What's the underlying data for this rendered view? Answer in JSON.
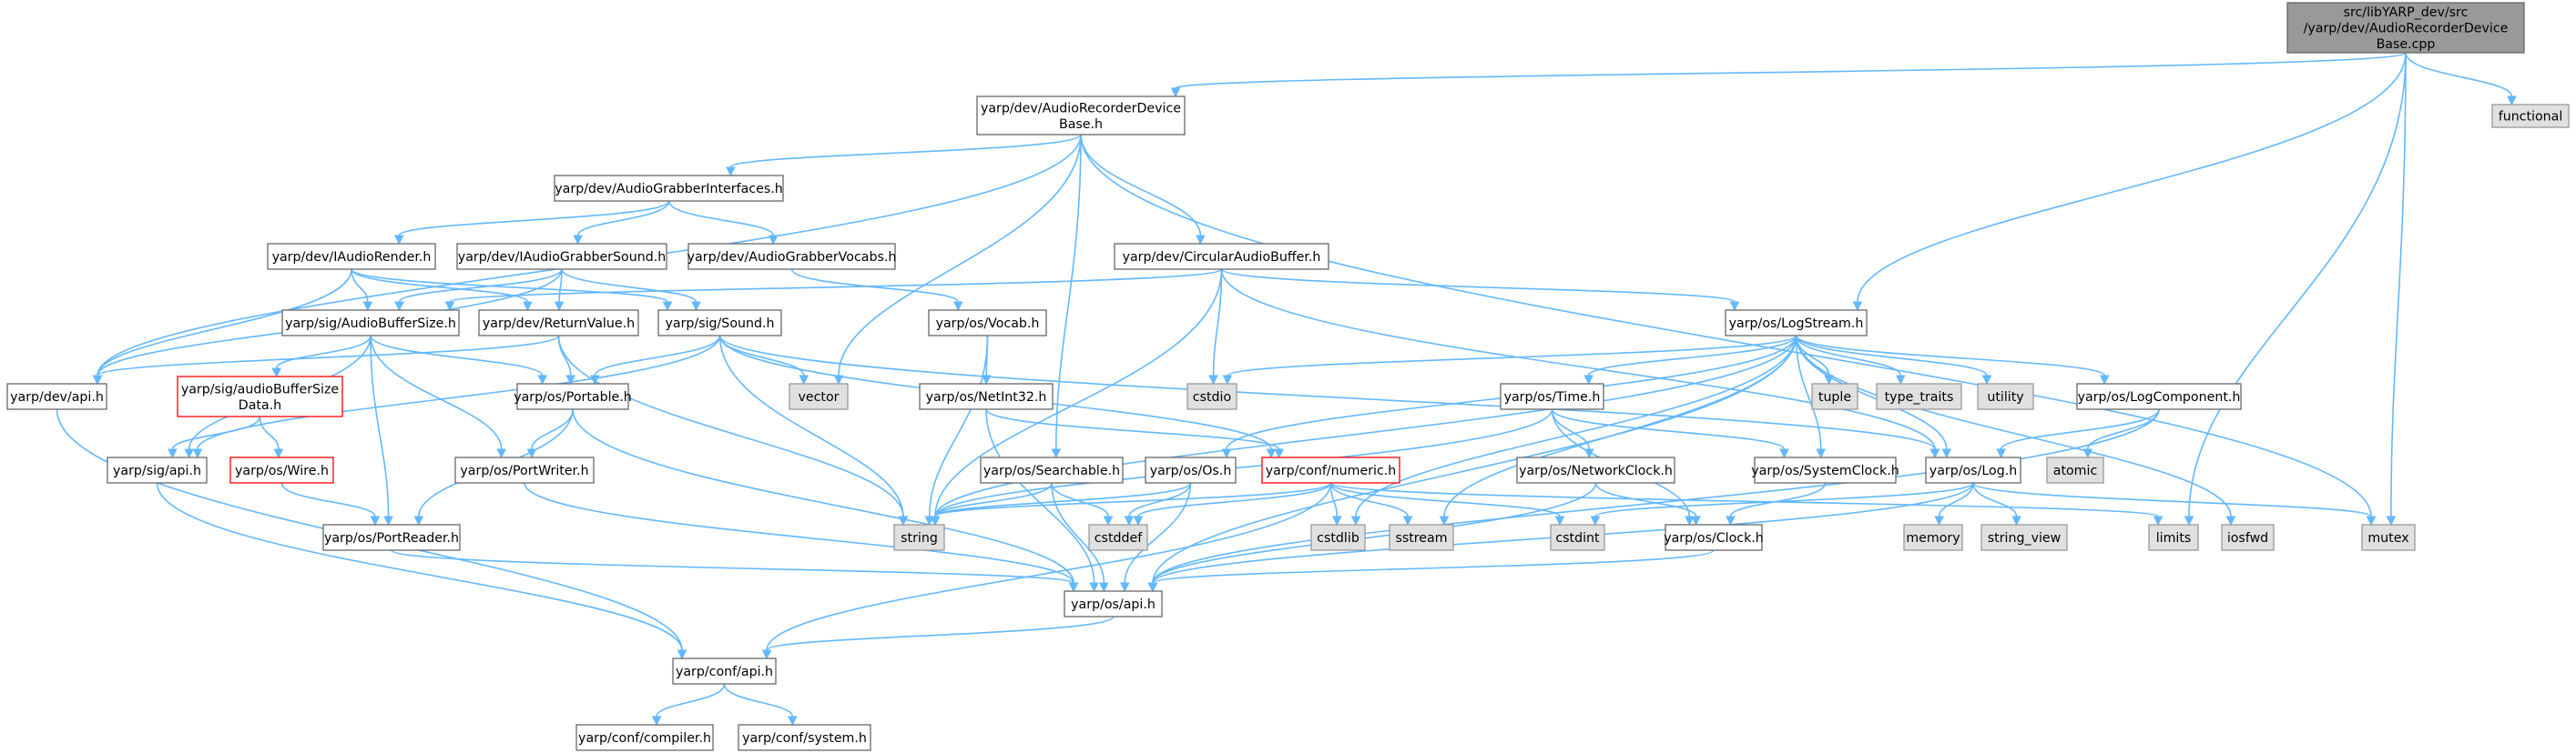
{
  "colors": {
    "edge": "#63b8ff",
    "root_fill": "#999999",
    "root_border": "#666666",
    "header_fill": "#ffffff",
    "header_border": "#666666",
    "system_fill": "#e0e0e0",
    "system_border": "#999999",
    "truncated_border": "#ff0000"
  },
  "nodes": [
    {
      "id": "root",
      "kind": "root",
      "lines": [
        "src/libYARP_dev/src",
        "/yarp/dev/AudioRecorderDevice",
        "Base.cpp"
      ]
    },
    {
      "id": "functional",
      "kind": "system",
      "lines": [
        "functional"
      ]
    },
    {
      "id": "audio_recorder_base_h",
      "kind": "header",
      "lines": [
        "yarp/dev/AudioRecorderDevice",
        "Base.h"
      ]
    },
    {
      "id": "audio_grabber_interfaces_h",
      "kind": "header",
      "lines": [
        "yarp/dev/AudioGrabberInterfaces.h"
      ]
    },
    {
      "id": "iaudio_render_h",
      "kind": "header",
      "lines": [
        "yarp/dev/IAudioRender.h"
      ]
    },
    {
      "id": "iaudio_grabber_sound_h",
      "kind": "header",
      "lines": [
        "yarp/dev/IAudioGrabberSound.h"
      ]
    },
    {
      "id": "audio_grabber_vocabs_h",
      "kind": "header",
      "lines": [
        "yarp/dev/AudioGrabberVocabs.h"
      ]
    },
    {
      "id": "circular_audio_buffer_h",
      "kind": "header",
      "lines": [
        "yarp/dev/CircularAudioBuffer.h"
      ]
    },
    {
      "id": "sig_audio_buffer_size_h",
      "kind": "header",
      "lines": [
        "yarp/sig/AudioBufferSize.h"
      ]
    },
    {
      "id": "return_value_h",
      "kind": "header",
      "lines": [
        "yarp/dev/ReturnValue.h"
      ]
    },
    {
      "id": "sig_sound_h",
      "kind": "header",
      "lines": [
        "yarp/sig/Sound.h"
      ]
    },
    {
      "id": "os_vocab_h",
      "kind": "header",
      "lines": [
        "yarp/os/Vocab.h"
      ]
    },
    {
      "id": "log_stream_h",
      "kind": "header",
      "lines": [
        "yarp/os/LogStream.h"
      ]
    },
    {
      "id": "dev_api_h",
      "kind": "header",
      "lines": [
        "yarp/dev/api.h"
      ]
    },
    {
      "id": "audio_buffer_size_data_h",
      "kind": "truncated",
      "lines": [
        "yarp/sig/audioBufferSize",
        "Data.h"
      ]
    },
    {
      "id": "os_portable_h",
      "kind": "header",
      "lines": [
        "yarp/os/Portable.h"
      ]
    },
    {
      "id": "vector",
      "kind": "system",
      "lines": [
        "vector"
      ]
    },
    {
      "id": "cstdio",
      "kind": "system",
      "lines": [
        "cstdio"
      ]
    },
    {
      "id": "os_netint32_h",
      "kind": "header",
      "lines": [
        "yarp/os/NetInt32.h"
      ]
    },
    {
      "id": "os_time_h",
      "kind": "header",
      "lines": [
        "yarp/os/Time.h"
      ]
    },
    {
      "id": "tuple",
      "kind": "system",
      "lines": [
        "tuple"
      ]
    },
    {
      "id": "type_traits",
      "kind": "system",
      "lines": [
        "type_traits"
      ]
    },
    {
      "id": "utility",
      "kind": "system",
      "lines": [
        "utility"
      ]
    },
    {
      "id": "os_log_component_h",
      "kind": "header",
      "lines": [
        "yarp/os/LogComponent.h"
      ]
    },
    {
      "id": "sig_api_h",
      "kind": "header",
      "lines": [
        "yarp/sig/api.h"
      ]
    },
    {
      "id": "os_wire_h",
      "kind": "truncated",
      "lines": [
        "yarp/os/Wire.h"
      ]
    },
    {
      "id": "os_port_writer_h",
      "kind": "header",
      "lines": [
        "yarp/os/PortWriter.h"
      ]
    },
    {
      "id": "os_searchable_h",
      "kind": "header",
      "lines": [
        "yarp/os/Searchable.h"
      ]
    },
    {
      "id": "os_os_h",
      "kind": "header",
      "lines": [
        "yarp/os/Os.h"
      ]
    },
    {
      "id": "conf_numeric_h",
      "kind": "truncated",
      "lines": [
        "yarp/conf/numeric.h"
      ]
    },
    {
      "id": "os_network_clock_h",
      "kind": "header",
      "lines": [
        "yarp/os/NetworkClock.h"
      ]
    },
    {
      "id": "os_system_clock_h",
      "kind": "header",
      "lines": [
        "yarp/os/SystemClock.h"
      ]
    },
    {
      "id": "os_log_h",
      "kind": "header",
      "lines": [
        "yarp/os/Log.h"
      ]
    },
    {
      "id": "atomic",
      "kind": "system",
      "lines": [
        "atomic"
      ]
    },
    {
      "id": "os_port_reader_h",
      "kind": "header",
      "lines": [
        "yarp/os/PortReader.h"
      ]
    },
    {
      "id": "string",
      "kind": "system",
      "lines": [
        "string"
      ]
    },
    {
      "id": "cstddef",
      "kind": "system",
      "lines": [
        "cstddef"
      ]
    },
    {
      "id": "cstdlib",
      "kind": "system",
      "lines": [
        "cstdlib"
      ]
    },
    {
      "id": "sstream",
      "kind": "system",
      "lines": [
        "sstream"
      ]
    },
    {
      "id": "cstdint",
      "kind": "system",
      "lines": [
        "cstdint"
      ]
    },
    {
      "id": "os_clock_h",
      "kind": "header",
      "lines": [
        "yarp/os/Clock.h"
      ]
    },
    {
      "id": "memory",
      "kind": "system",
      "lines": [
        "memory"
      ]
    },
    {
      "id": "string_view",
      "kind": "system",
      "lines": [
        "string_view"
      ]
    },
    {
      "id": "limits",
      "kind": "system",
      "lines": [
        "limits"
      ]
    },
    {
      "id": "iosfwd",
      "kind": "system",
      "lines": [
        "iosfwd"
      ]
    },
    {
      "id": "mutex",
      "kind": "system",
      "lines": [
        "mutex"
      ]
    },
    {
      "id": "os_api_h",
      "kind": "header",
      "lines": [
        "yarp/os/api.h"
      ]
    },
    {
      "id": "conf_api_h",
      "kind": "header",
      "lines": [
        "yarp/conf/api.h"
      ]
    },
    {
      "id": "conf_compiler_h",
      "kind": "header",
      "lines": [
        "yarp/conf/compiler.h"
      ]
    },
    {
      "id": "conf_system_h",
      "kind": "header",
      "lines": [
        "yarp/conf/system.h"
      ]
    }
  ],
  "edges": [
    [
      "root",
      "functional"
    ],
    [
      "root",
      "audio_recorder_base_h"
    ],
    [
      "root",
      "log_stream_h"
    ],
    [
      "root",
      "limits"
    ],
    [
      "root",
      "mutex"
    ],
    [
      "audio_recorder_base_h",
      "audio_grabber_interfaces_h"
    ],
    [
      "audio_recorder_base_h",
      "circular_audio_buffer_h"
    ],
    [
      "audio_recorder_base_h",
      "dev_api_h"
    ],
    [
      "audio_recorder_base_h",
      "vector"
    ],
    [
      "audio_recorder_base_h",
      "os_searchable_h"
    ],
    [
      "audio_recorder_base_h",
      "mutex"
    ],
    [
      "audio_grabber_interfaces_h",
      "iaudio_render_h"
    ],
    [
      "audio_grabber_interfaces_h",
      "iaudio_grabber_sound_h"
    ],
    [
      "audio_grabber_interfaces_h",
      "audio_grabber_vocabs_h"
    ],
    [
      "iaudio_render_h",
      "sig_audio_buffer_size_h"
    ],
    [
      "iaudio_render_h",
      "return_value_h"
    ],
    [
      "iaudio_render_h",
      "sig_sound_h"
    ],
    [
      "iaudio_render_h",
      "dev_api_h"
    ],
    [
      "iaudio_grabber_sound_h",
      "sig_audio_buffer_size_h"
    ],
    [
      "iaudio_grabber_sound_h",
      "return_value_h"
    ],
    [
      "iaudio_grabber_sound_h",
      "sig_sound_h"
    ],
    [
      "iaudio_grabber_sound_h",
      "dev_api_h"
    ],
    [
      "audio_grabber_vocabs_h",
      "os_vocab_h"
    ],
    [
      "circular_audio_buffer_h",
      "sig_audio_buffer_size_h"
    ],
    [
      "circular_audio_buffer_h",
      "log_stream_h"
    ],
    [
      "circular_audio_buffer_h",
      "cstdio"
    ],
    [
      "circular_audio_buffer_h",
      "string"
    ],
    [
      "circular_audio_buffer_h",
      "os_log_h"
    ],
    [
      "sig_audio_buffer_size_h",
      "audio_buffer_size_data_h"
    ],
    [
      "sig_audio_buffer_size_h",
      "sig_api_h"
    ],
    [
      "sig_audio_buffer_size_h",
      "os_portable_h"
    ],
    [
      "sig_audio_buffer_size_h",
      "os_port_writer_h"
    ],
    [
      "sig_audio_buffer_size_h",
      "os_port_reader_h"
    ],
    [
      "return_value_h",
      "dev_api_h"
    ],
    [
      "return_value_h",
      "os_portable_h"
    ],
    [
      "return_value_h",
      "string"
    ],
    [
      "sig_sound_h",
      "os_portable_h"
    ],
    [
      "sig_sound_h",
      "vector"
    ],
    [
      "sig_sound_h",
      "sig_api_h"
    ],
    [
      "sig_sound_h",
      "string"
    ],
    [
      "sig_sound_h",
      "os_log_h"
    ],
    [
      "sig_sound_h",
      "conf_numeric_h"
    ],
    [
      "os_vocab_h",
      "os_netint32_h"
    ],
    [
      "os_vocab_h",
      "string"
    ],
    [
      "audio_buffer_size_data_h",
      "sig_api_h"
    ],
    [
      "audio_buffer_size_data_h",
      "os_wire_h"
    ],
    [
      "os_wire_h",
      "os_port_reader_h"
    ],
    [
      "os_portable_h",
      "os_port_writer_h"
    ],
    [
      "os_portable_h",
      "os_port_reader_h"
    ],
    [
      "os_portable_h",
      "os_api_h"
    ],
    [
      "os_port_writer_h",
      "os_api_h"
    ],
    [
      "os_port_reader_h",
      "os_api_h"
    ],
    [
      "sig_api_h",
      "conf_api_h"
    ],
    [
      "dev_api_h",
      "conf_api_h"
    ],
    [
      "os_netint32_h",
      "conf_numeric_h"
    ],
    [
      "os_netint32_h",
      "os_api_h"
    ],
    [
      "log_stream_h",
      "os_time_h"
    ],
    [
      "log_stream_h",
      "tuple"
    ],
    [
      "log_stream_h",
      "type_traits"
    ],
    [
      "log_stream_h",
      "utility"
    ],
    [
      "log_stream_h",
      "os_log_component_h"
    ],
    [
      "log_stream_h",
      "os_log_h"
    ],
    [
      "log_stream_h",
      "os_os_h"
    ],
    [
      "log_stream_h",
      "string"
    ],
    [
      "log_stream_h",
      "cstdio"
    ],
    [
      "log_stream_h",
      "cstdlib"
    ],
    [
      "log_stream_h",
      "sstream"
    ],
    [
      "log_stream_h",
      "os_system_clock_h"
    ],
    [
      "log_stream_h",
      "iosfwd"
    ],
    [
      "log_stream_h",
      "os_api_h"
    ],
    [
      "os_time_h",
      "os_network_clock_h"
    ],
    [
      "os_time_h",
      "os_system_clock_h"
    ],
    [
      "os_time_h",
      "os_clock_h"
    ],
    [
      "os_time_h",
      "string"
    ],
    [
      "os_log_component_h",
      "os_log_h"
    ],
    [
      "os_log_component_h",
      "atomic"
    ],
    [
      "os_log_component_h",
      "os_api_h"
    ],
    [
      "os_searchable_h",
      "string"
    ],
    [
      "os_searchable_h",
      "cstddef"
    ],
    [
      "os_searchable_h",
      "os_api_h"
    ],
    [
      "os_os_h",
      "string"
    ],
    [
      "os_os_h",
      "cstddef"
    ],
    [
      "os_os_h",
      "os_api_h"
    ],
    [
      "conf_numeric_h",
      "conf_api_h"
    ],
    [
      "conf_numeric_h",
      "string"
    ],
    [
      "conf_numeric_h",
      "cstddef"
    ],
    [
      "conf_numeric_h",
      "cstdlib"
    ],
    [
      "conf_numeric_h",
      "sstream"
    ],
    [
      "conf_numeric_h",
      "cstdint"
    ],
    [
      "conf_numeric_h",
      "limits"
    ],
    [
      "os_network_clock_h",
      "os_clock_h"
    ],
    [
      "os_network_clock_h",
      "os_api_h"
    ],
    [
      "os_system_clock_h",
      "os_clock_h"
    ],
    [
      "os_log_h",
      "memory"
    ],
    [
      "os_log_h",
      "string_view"
    ],
    [
      "os_log_h",
      "mutex"
    ],
    [
      "os_log_h",
      "cstdint"
    ],
    [
      "os_log_h",
      "os_api_h"
    ],
    [
      "os_clock_h",
      "os_api_h"
    ],
    [
      "os_api_h",
      "conf_api_h"
    ],
    [
      "conf_api_h",
      "conf_compiler_h"
    ],
    [
      "conf_api_h",
      "conf_system_h"
    ]
  ]
}
